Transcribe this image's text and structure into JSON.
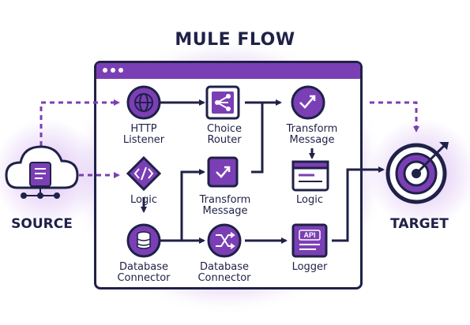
{
  "title": "MULE FLOW",
  "source": {
    "label": "SOURCE",
    "icon": "cloud-document-icon"
  },
  "target": {
    "label": "TARGET",
    "icon": "target-arrow-icon"
  },
  "colors": {
    "accent": "#7b3fb5",
    "dark": "#1f2147",
    "glow": "#9a5cd6"
  },
  "nodes": [
    {
      "id": "http",
      "label_1": "HTTP",
      "label_2": "Listener",
      "icon": "globe-icon"
    },
    {
      "id": "logic1",
      "label_1": "Logic",
      "label_2": "",
      "icon": "code-icon"
    },
    {
      "id": "db1",
      "label_1": "Database",
      "label_2": "Connector",
      "icon": "database-icon"
    },
    {
      "id": "choice",
      "label_1": "Choice",
      "label_2": "Router",
      "icon": "branch-icon"
    },
    {
      "id": "transform2",
      "label_1": "Transform",
      "label_2": "Message",
      "icon": "transform-icon"
    },
    {
      "id": "db2",
      "label_1": "Database",
      "label_2": "Connector",
      "icon": "shuffle-icon"
    },
    {
      "id": "transform1",
      "label_1": "Transform",
      "label_2": "Message",
      "icon": "transform-icon"
    },
    {
      "id": "logic2",
      "label_1": "Logic",
      "label_2": "",
      "icon": "window-code-icon"
    },
    {
      "id": "logger",
      "label_1": "Logger",
      "label_2": "",
      "icon": "api-document-icon"
    }
  ]
}
